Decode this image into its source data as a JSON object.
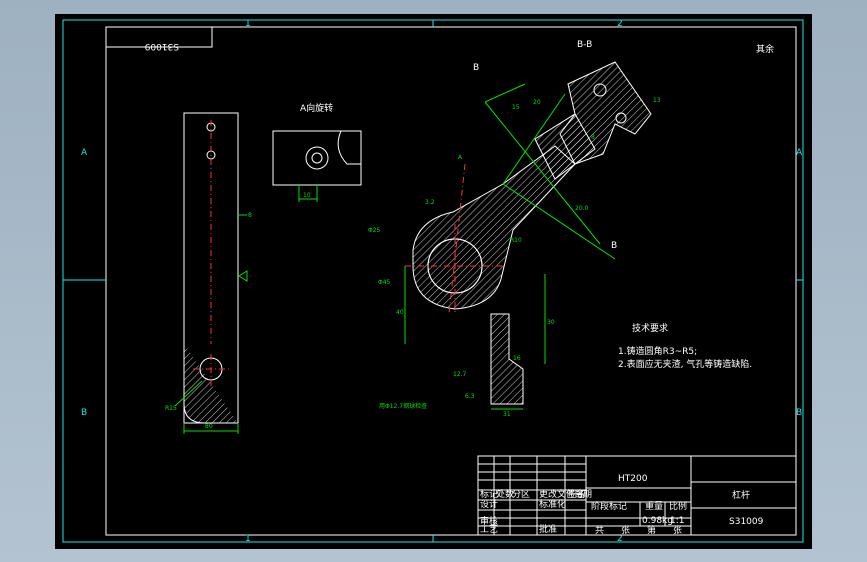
{
  "drawing": {
    "code_box": "S31009",
    "grid_numbers": [
      "1",
      "2"
    ],
    "grid_letters": [
      "A",
      "B"
    ],
    "view_a_label": "A向旋转",
    "section_label": "B-B",
    "cut_mark_b": "B",
    "cut_mark_a": "A",
    "other_label": "其余"
  },
  "notes": {
    "title": "技术要求",
    "items": [
      "1.铸造圆角R3~R5;",
      "2.表面应无夹渣, 气孔等铸造缺陷."
    ]
  },
  "title_block": {
    "material": "HT200",
    "part_name": "杠杆",
    "drawing_no": "S31009",
    "stage_label": "阶段标记",
    "weight_label": "重量",
    "scale_label": "比例",
    "weight": "0.98kg",
    "scale": "1:1",
    "sheet_total": "共",
    "sheet_label": "张",
    "sheet_no": "第",
    "rows": [
      "标记",
      "处数",
      "分区",
      "更改文件号",
      "签名",
      "日期",
      "设计",
      "标准化",
      "审核",
      "工艺",
      "批准"
    ]
  },
  "dims": {
    "left_view": [
      "8",
      "80",
      "R15"
    ],
    "view_a": [
      "10"
    ],
    "main": [
      "3.2",
      "Φ25",
      "R10",
      "Φ45",
      "40",
      "30",
      "16",
      "31",
      "12.7",
      "6.3",
      "用Φ12.7钢球检查"
    ],
    "section": [
      "15",
      "20",
      "13",
      "8",
      "20.0"
    ]
  }
}
